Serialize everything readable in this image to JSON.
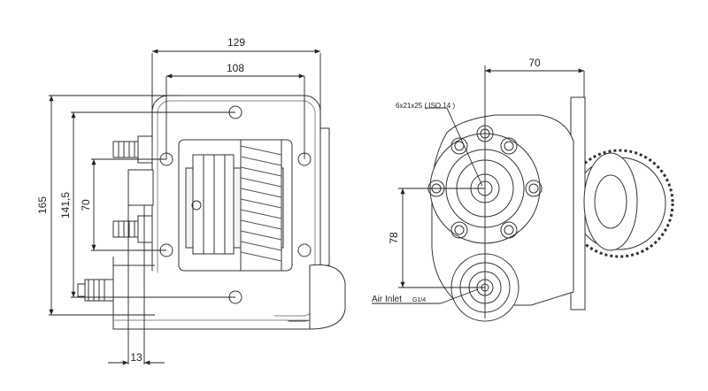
{
  "dimensions": {
    "d129": "129",
    "d108": "108",
    "d165": "165",
    "d141_5": "141,5",
    "d70_left": "70",
    "d13": "13",
    "d70_right": "70",
    "d78": "78"
  },
  "labels": {
    "spline": "6x21x25 ( ISO 14 )",
    "air_inlet": "Air Inlet",
    "air_thread": "G1/4"
  }
}
